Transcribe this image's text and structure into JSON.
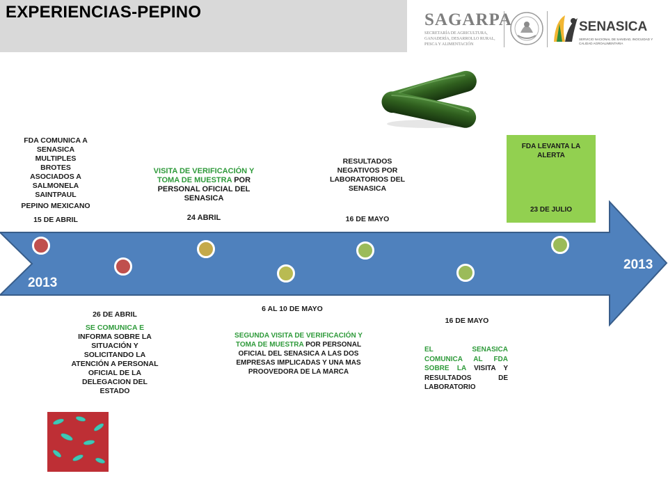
{
  "title": "EXPERIENCIAS-PEPINO",
  "logos": {
    "sagarpa_name": "SAGARPA",
    "sagarpa_sub": "SECRETARÍA DE AGRICULTURA, GANADERÍA, DESARROLLO RURAL, PESCA Y ALIMENTACIÓN",
    "senasica_name": "SENASICA",
    "senasica_sub": "SERVICIO NACIONAL DE SANIDAD, INOCUIDAD Y CALIDAD AGROALIMENTARIA"
  },
  "timeline": {
    "year_left": "2013",
    "year_right": "2013"
  },
  "events": {
    "e1": {
      "text": "FDA COMUNICA A SENASICA MULTIPLES BROTES ASOCIADOS A SALMONELA SAINTPAUL",
      "text2": "PEPINO MEXICANO",
      "date": "15 DE ABRIL"
    },
    "e2": {
      "date": "26 DE ABRIL",
      "green": "SE COMUNICA E",
      "text": "INFORMA SOBRE LA SITUACIÓN Y SOLICITANDO LA ATENCIÓN A PERSONAL OFICIAL DE LA DELEGACION DEL ESTADO"
    },
    "e3": {
      "green": "VISITA DE VERIFICACIÓN Y TOMA DE MUESTRA",
      "text": "POR PERSONAL OFICIAL DEL SENASICA",
      "date": "24 ABRIL"
    },
    "e4": {
      "date": "6 AL 10 DE MAYO",
      "green": "SEGUNDA VISITA DE VERIFICACIÓN Y TOMA DE MUESTRA",
      "text": "POR PERSONAL OFICIAL DEL SENASICA A LAS DOS EMPRESAS IMPLICADAS Y UNA MAS PROOVEDORA DE LA MARCA"
    },
    "e5": {
      "text": "RESULTADOS NEGATIVOS POR LABORATORIOS DEL SENASICA",
      "date": "16 DE MAYO"
    },
    "e6": {
      "date": "16 DE  MAYO",
      "green": "EL SENASICA COMUNICA AL FDA SOBRE LA",
      "text": "VISITA Y RESULTADOS DE LABORATORIO"
    },
    "e7": {
      "text": "FDA LEVANTA LA ALERTA",
      "date": "23 DE JULIO"
    }
  },
  "colors": {
    "arrow_fill": "#4f81bd",
    "arrow_stroke": "#385d8a",
    "dot_red": "#c0504d",
    "dot_olive": "#c4a94a",
    "dot_yellowgreen": "#b9bb52",
    "dot_lime": "#9bbb59",
    "box_green": "#92d050",
    "text_green": "#2e9a3a"
  }
}
